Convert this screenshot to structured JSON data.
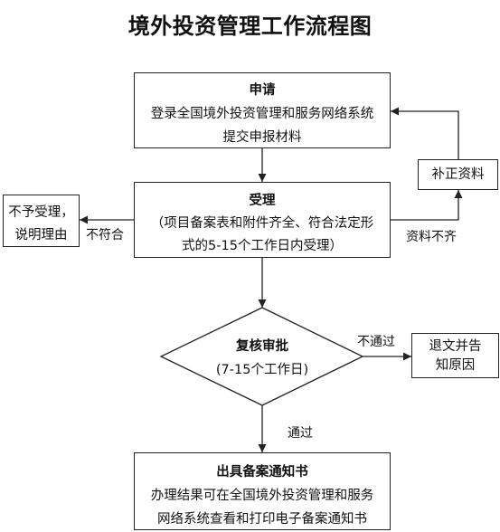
{
  "title": "境外投资管理工作流程图",
  "steps": {
    "apply": {
      "heading": "申请",
      "lines": [
        "登录全国境外投资管理和服务网络系统",
        "提交申报材料"
      ]
    },
    "accept": {
      "heading": "受理",
      "lines": [
        "（项目备案表和附件齐全、符合法定形",
        "式的5-15个工作日内受理）"
      ]
    },
    "review": {
      "heading": "复核审批",
      "lines": [
        "(7-15个工作日)"
      ]
    },
    "issue": {
      "heading": "出具备案通知书",
      "lines": [
        "办理结果可在全国境外投资管理和服务",
        "网络系统查看和打印电子备案通知书"
      ]
    }
  },
  "branches": {
    "reject": {
      "lines": [
        "不予受理，",
        "说明理由"
      ]
    },
    "supplement": {
      "label": "补正资料"
    },
    "return": {
      "lines": [
        "退文并告",
        "知原因"
      ]
    }
  },
  "edge_labels": {
    "not_compliant": "不符合",
    "incomplete": "资料不齐",
    "not_approved": "不通过",
    "approved": "通过"
  },
  "colors": {
    "stroke": "#222222",
    "text": "#111111",
    "background": "#ffffff"
  }
}
